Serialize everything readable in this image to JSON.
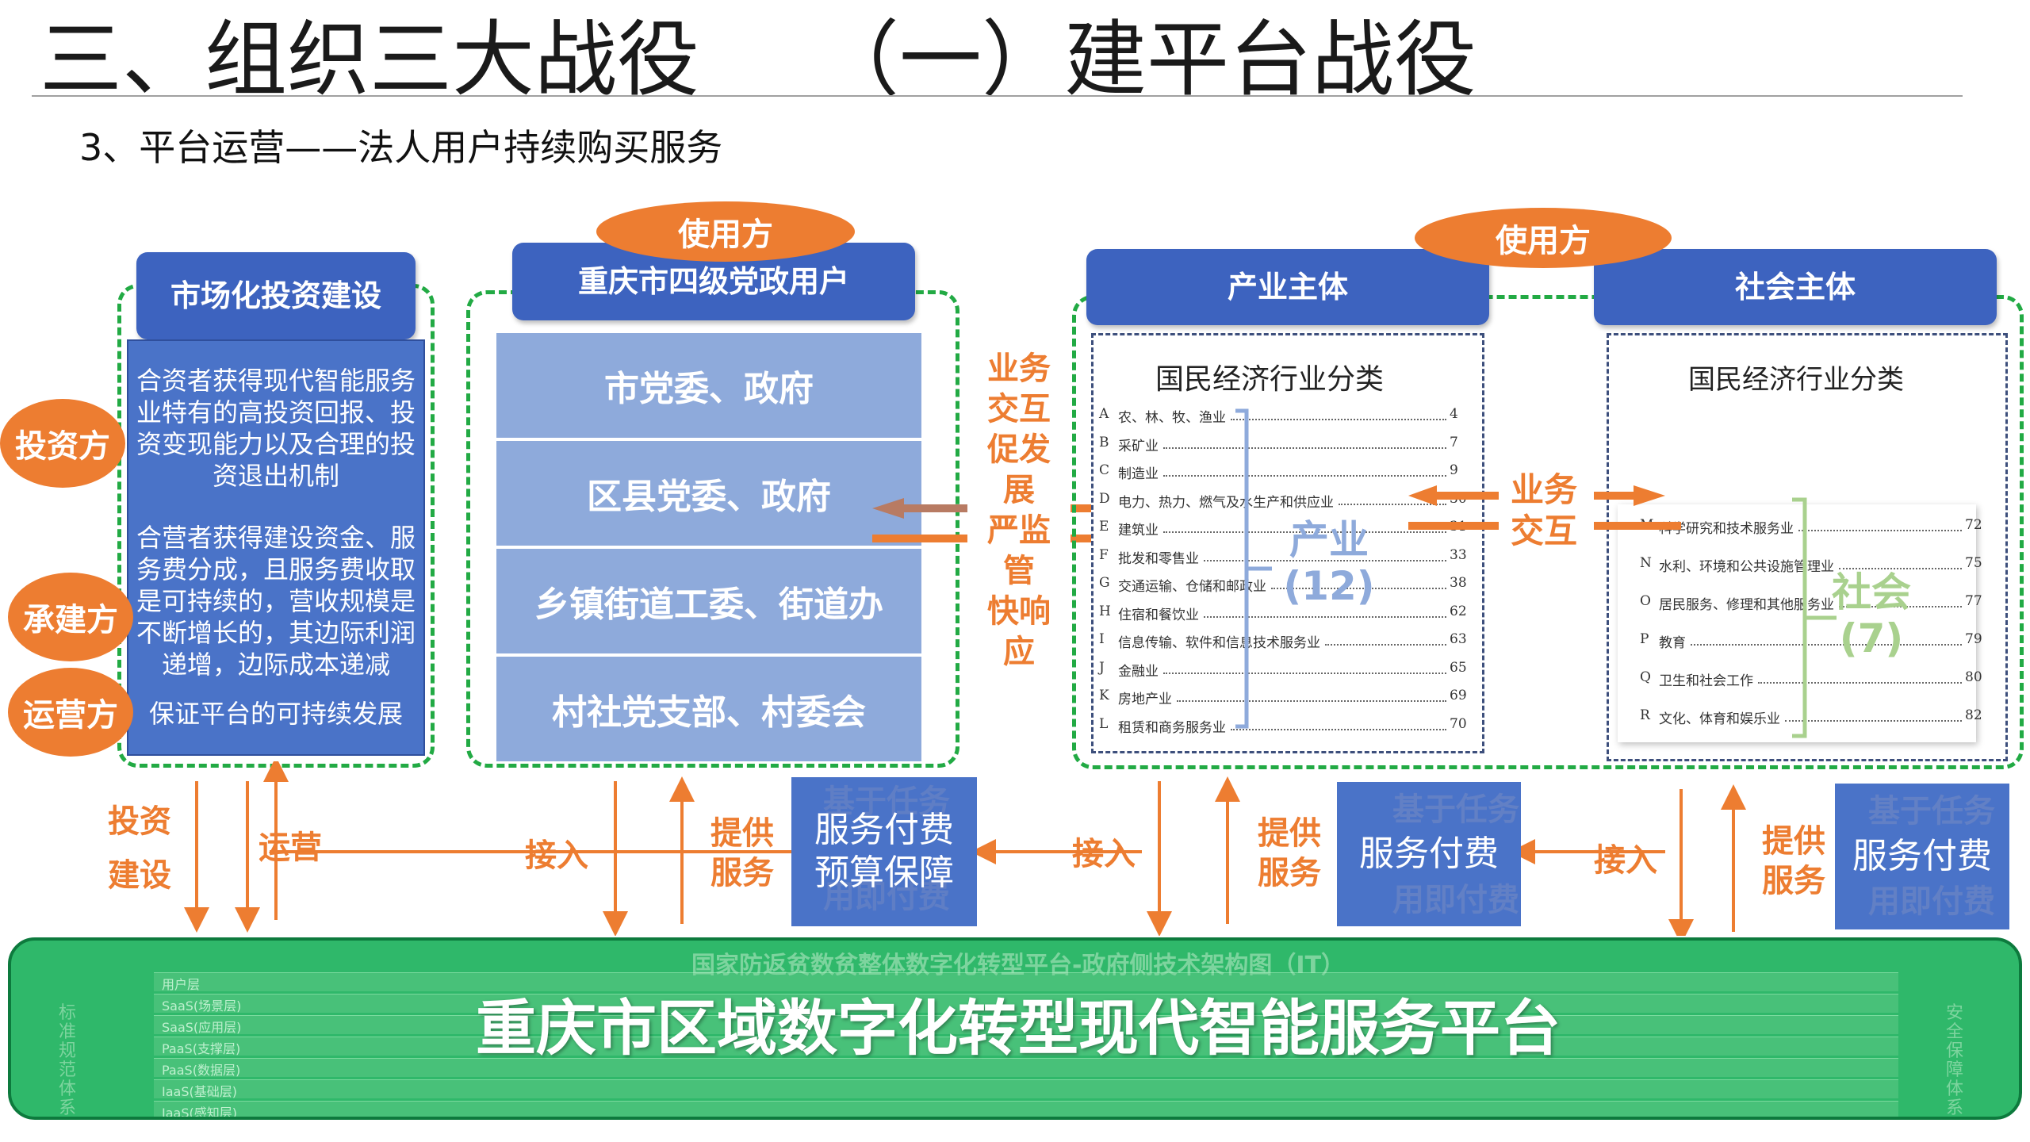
{
  "header": {
    "title": "三、组织三大战役",
    "title_part2": "（一）建平台战役",
    "subtitle": "3、平台运营——法人用户持续购买服务"
  },
  "left_block": {
    "heading": "市场化投资建设",
    "para1": "合资者获得现代智能服务业特有的高投资回报、投资变现能力以及合理的投资退出机制",
    "para2": "合营者获得建设资金、服务费分成，且服务费收取是可持续的，营收规模是不断增长的，其边际利润递增，边际成本递减",
    "para3": "保证平台的可持续发展",
    "roles": [
      "投资方",
      "承建方",
      "运营方"
    ]
  },
  "gov_block": {
    "user_tag": "使用方",
    "heading": "重庆市四级党政用户",
    "rows": [
      "市党委、政府",
      "区县党委、政府",
      "乡镇街道工委、街道办",
      "村社党支部、村委会"
    ]
  },
  "middle_text": {
    "lines": [
      "业务",
      "交互",
      "促发",
      "展",
      "严监",
      "管",
      "快响",
      "应"
    ]
  },
  "industry_block": {
    "user_tag": "使用方",
    "heading_industry": "产业主体",
    "heading_society": "社会主体",
    "doc_title": "国民经济行业分类",
    "industry_rows": [
      {
        "code": "A",
        "name": "农、林、牧、渔业",
        "page": "4"
      },
      {
        "code": "B",
        "name": "采矿业",
        "page": "7"
      },
      {
        "code": "C",
        "name": "制造业",
        "page": "9"
      },
      {
        "code": "D",
        "name": "电力、热力、燃气及水生产和供应业",
        "page": "30"
      },
      {
        "code": "E",
        "name": "建筑业",
        "page": "31"
      },
      {
        "code": "F",
        "name": "批发和零售业",
        "page": "33"
      },
      {
        "code": "G",
        "name": "交通运输、仓储和邮政业",
        "page": "38"
      },
      {
        "code": "H",
        "name": "住宿和餐饮业",
        "page": "62"
      },
      {
        "code": "I",
        "name": "信息传输、软件和信息技术服务业",
        "page": "63"
      },
      {
        "code": "J",
        "name": "金融业",
        "page": "65"
      },
      {
        "code": "K",
        "name": "房地产业",
        "page": "69"
      },
      {
        "code": "L",
        "name": "租赁和商务服务业",
        "page": "70"
      }
    ],
    "industry_label": "产业",
    "industry_count": "(12)",
    "society_rows": [
      {
        "code": "M",
        "name": "科学研究和技术服务业",
        "page": "72"
      },
      {
        "code": "N",
        "name": "水利、环境和公共设施管理业",
        "page": "75"
      },
      {
        "code": "O",
        "name": "居民服务、修理和其他服务业",
        "page": "77"
      },
      {
        "code": "P",
        "name": "教育",
        "page": "79"
      },
      {
        "code": "Q",
        "name": "卫生和社会工作",
        "page": "80"
      },
      {
        "code": "R",
        "name": "文化、体育和娱乐业",
        "page": "82"
      }
    ],
    "society_label": "社会",
    "society_count": "(7)",
    "interaction": [
      "业务",
      "交互"
    ]
  },
  "flow": {
    "invest": [
      "投资",
      "建设"
    ],
    "operate": "运营",
    "access": "接入",
    "provide": [
      "提供",
      "服务"
    ],
    "pay_gov": [
      "服务付费",
      "预算保障"
    ],
    "pay_gov_ghost": [
      "基于任务",
      "用即付费"
    ],
    "pay_ind": "服务付费",
    "pay_ind_ghost": [
      "基于任务",
      "用即付费"
    ],
    "pay_soc": "服务付费",
    "pay_soc_ghost": [
      "基于任务",
      "用即付费"
    ]
  },
  "platform": {
    "name": "重庆市区域数字化转型现代智能服务平台",
    "ghost_header": "国家防返贫数贫整体数字化转型平台-政府侧技术架构图（IT）",
    "ghost_left": "标准规范体系",
    "ghost_right": "安全保障体系",
    "ghost_rows": [
      "用户层",
      "SaaS(场景层)",
      "SaaS(应用层)",
      "PaaS(支撑层)",
      "PaaS(数据层)",
      "IaaS(基础层)",
      "IaaS(感知层)"
    ]
  },
  "colors": {
    "orange": "#ed7d31",
    "dark_blue": "#3d63bf",
    "mid_blue": "#4a73c8",
    "light_blue": "#8eaadb",
    "green_dash": "#22aa44",
    "platform_green": "#2fb86a"
  }
}
